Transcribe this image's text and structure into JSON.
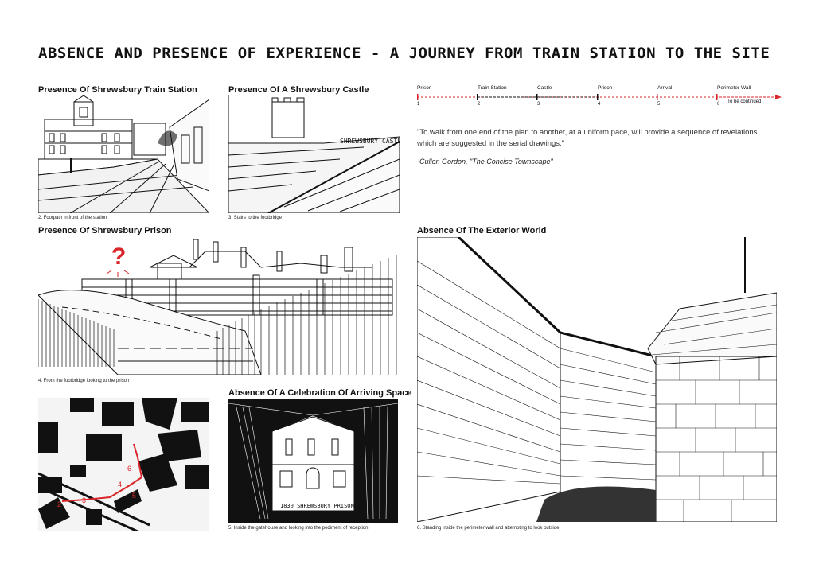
{
  "title": "ABSENCE AND PRESENCE OF EXPERIENCE - A JOURNEY FROM TRAIN STATION TO THE SITE",
  "headings": {
    "train_station": "Presence Of Shrewsbury Train Station",
    "castle": "Presence Of A Shrewsbury Castle",
    "prison": "Presence Of Shrewsbury Prison",
    "arriving": "Absence Of A Celebration Of Arriving Space",
    "exterior": "Absence Of The Exterior World"
  },
  "captions": {
    "footpath": "2. Footpath in front of the station",
    "stairs": "3. Stairs to the footbridge",
    "footbridge": "4. From the footbridge looking to the prison",
    "gatehouse": "5. Inside the gatehouse and looking into the pediment of reception",
    "perimeter": "6. Standing inside the perimeter wall and attempting to look outside"
  },
  "timeline": {
    "stops": [
      {
        "label": "Prison",
        "number": "1"
      },
      {
        "label": "Train Station",
        "number": "2"
      },
      {
        "label": "Castle",
        "number": "3"
      },
      {
        "label": "Prison",
        "number": "4"
      },
      {
        "label": "Arrival",
        "number": "5"
      },
      {
        "label": "Perimeter Wall",
        "number": "6"
      }
    ],
    "continued": "To be continued",
    "accent": "#d9262b"
  },
  "quote": {
    "text": "\"To walk from one end of the plan to another, at a uniform pace, will provide a sequence of revelations which are suggested in the serial drawings.\"",
    "author": "-Cullen Gordon, \"The Concise Townscape\""
  },
  "sketch_text": {
    "castle_sign": "SHREWSBURY CASTLE",
    "prison_sign": "1830 SHREWSBURY PRISON",
    "question_mark": "?"
  },
  "map_markers": [
    "2",
    "3",
    "4",
    "5",
    "6"
  ]
}
